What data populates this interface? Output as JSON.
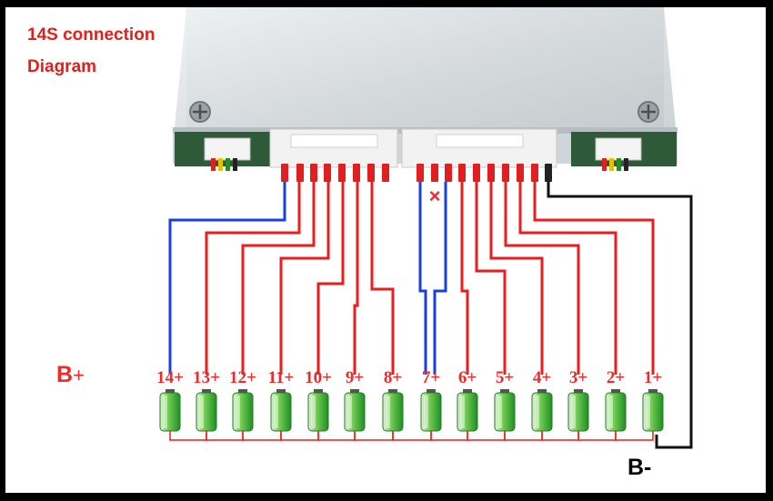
{
  "title_lines": [
    "14S connection",
    "Diagram"
  ],
  "b_plus": {
    "label": "B",
    "sign": "+"
  },
  "b_minus": "B-",
  "cells": [
    {
      "label": "14+"
    },
    {
      "label": "13+"
    },
    {
      "label": "12+"
    },
    {
      "label": "11+"
    },
    {
      "label": "10+"
    },
    {
      "label": "9+"
    },
    {
      "label": "8+"
    },
    {
      "label": "7+"
    },
    {
      "label": "6+"
    },
    {
      "label": "5+"
    },
    {
      "label": "4+"
    },
    {
      "label": "3+"
    },
    {
      "label": "2+"
    },
    {
      "label": "1+"
    }
  ],
  "unused_pin_mark": "x-icon",
  "colors": {
    "positive_wire": "#ee1c1c",
    "negative_wire": "#111111",
    "blue_wire": "#1a3ee6",
    "battery_green": "#2fb52f",
    "battery_cap": "#555555",
    "board": "#dfe4e6",
    "connector": "#f2f2f2",
    "pcb": "#2e5a3a"
  }
}
